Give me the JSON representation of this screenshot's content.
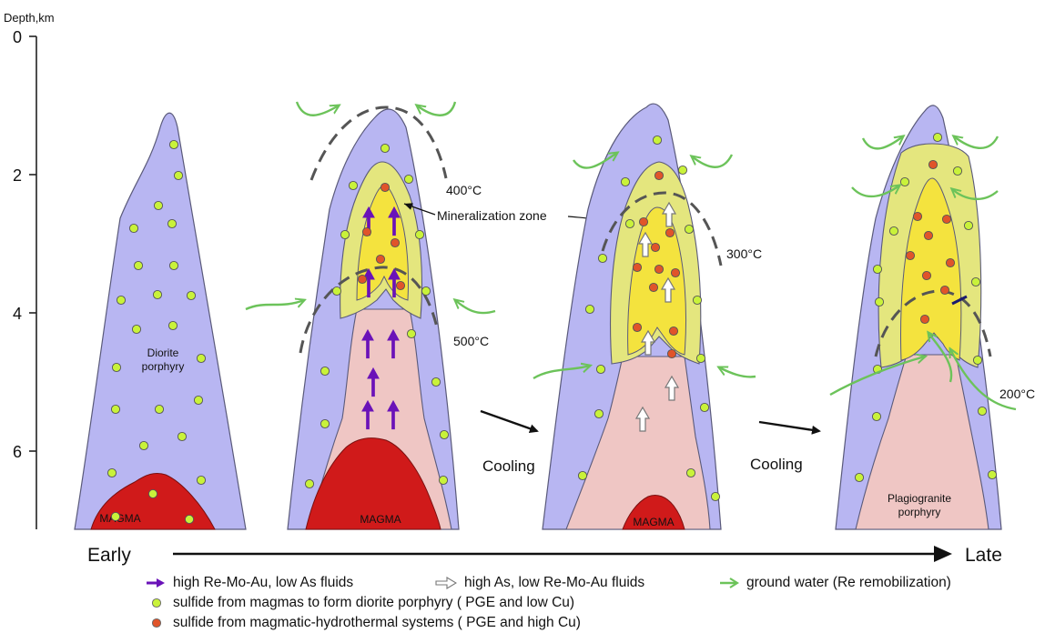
{
  "axis": {
    "title": "Depth,km",
    "ticks": [
      "0",
      "2",
      "4",
      "6"
    ]
  },
  "stages": [
    {
      "rock_label_line1": "Diorite",
      "rock_label_line2": "porphyry",
      "magma_label": "MAGMA"
    },
    {
      "magma_label": "MAGMA",
      "temp_upper": "400°C",
      "temp_lower": "500°C",
      "zone_label": "Mineralization zone"
    },
    {
      "magma_label": "MAGMA",
      "temp_upper": "300°C"
    },
    {
      "rock_label_line1": "Plagiogranite",
      "rock_label_line2": "porphyry",
      "temp_upper": "200°C"
    }
  ],
  "transitions": [
    "Cooling",
    "Cooling"
  ],
  "timeline": {
    "start": "Early",
    "end": "Late"
  },
  "legend": {
    "purple_arrow": "high Re-Mo-Au, low As fluids",
    "white_arrow": "high As, low Re-Mo-Au fluids",
    "green_arrow": "ground water (Re remobilization)",
    "green_dot": "sulfide from magmas to form diorite porphyry ( PGE and low Cu)",
    "red_dot": "sulfide from magmatic-hydrothermal systems ( PGE and high Cu)"
  },
  "colors": {
    "porphyry": "#b8b6f2",
    "outline": "#5a5a7a",
    "magma": "#d01a1a",
    "inner_pink": "#efc6c4",
    "yellow_outer": "#e4e67e",
    "yellow_inner": "#f4e33e",
    "green_dot": "#c9f23a",
    "red_dot": "#e0542a",
    "purple_arrow": "#6a12b8",
    "green_arrow": "#6cc35a",
    "dashed": "#555555"
  }
}
